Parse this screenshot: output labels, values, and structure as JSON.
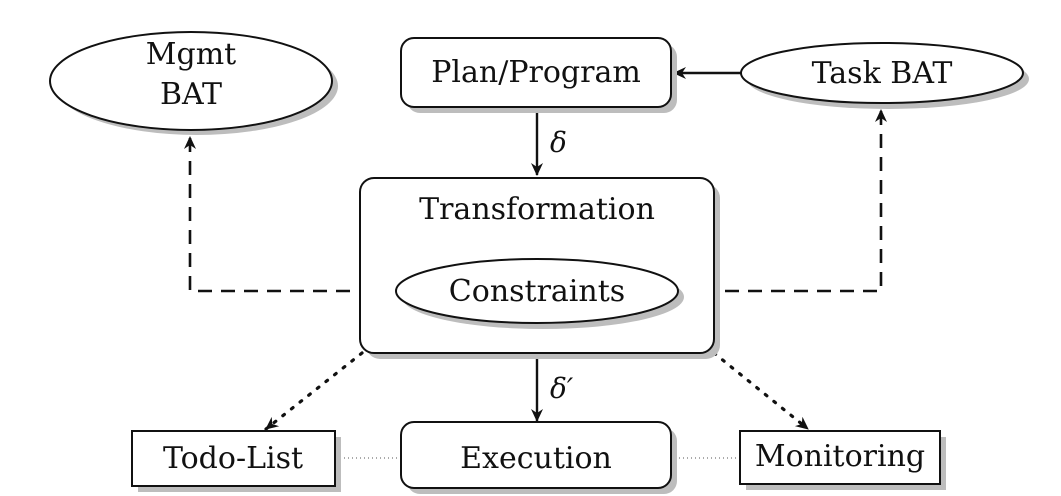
{
  "nodes": {
    "mgmt_bat": {
      "line1": "Mgmt",
      "line2": "BAT"
    },
    "plan_program": {
      "label": "Plan/Program"
    },
    "task_bat": {
      "label": "Task BAT"
    },
    "transformation": {
      "label": "Transformation"
    },
    "constraints": {
      "label": "Constraints"
    },
    "todo_list": {
      "label": "Todo-List"
    },
    "execution": {
      "label": "Execution"
    },
    "monitoring": {
      "label": "Monitoring"
    }
  },
  "edges": {
    "delta": "δ",
    "delta_prime": "δ′"
  }
}
